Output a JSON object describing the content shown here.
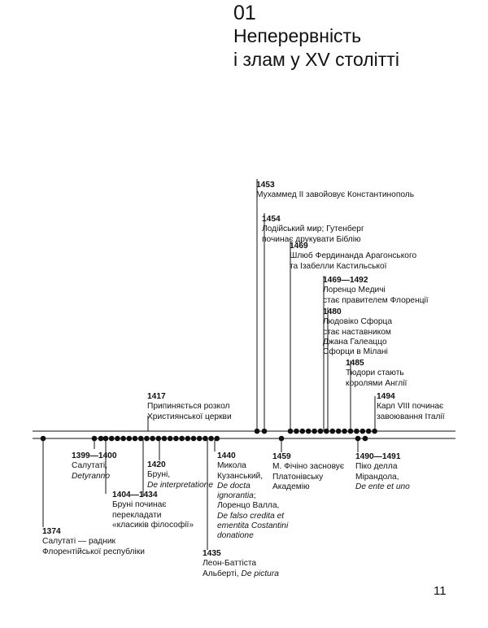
{
  "chapter": {
    "number": "01",
    "title_line1": "Неперервність",
    "title_line2": "і злам у XV столітті"
  },
  "page_number": "11",
  "events": [
    {
      "key": "e1374",
      "year": "1374",
      "lines": [
        {
          "t": "Салутаті — радник"
        },
        {
          "t": "Флорентійської республіки"
        }
      ]
    },
    {
      "key": "e1399",
      "year": "1399—1400",
      "lines": [
        {
          "t": "Салутаті,"
        },
        {
          "t": "Detyranno",
          "i": true
        }
      ]
    },
    {
      "key": "e1404",
      "year": "1404—1434",
      "lines": [
        {
          "t": "Бруні починає"
        },
        {
          "t": "перекладати"
        },
        {
          "t": "«класиків філософії»"
        }
      ]
    },
    {
      "key": "e1417",
      "year": "1417",
      "lines": [
        {
          "t": "Припиняється розкол"
        },
        {
          "t": "Християнської церкви"
        }
      ]
    },
    {
      "key": "e1420",
      "year": "1420",
      "lines": [
        {
          "t": "Бруні,"
        },
        {
          "t": "De interpretatione",
          "i": true
        }
      ]
    },
    {
      "key": "e1435",
      "year": "1435",
      "lines": [
        {
          "t": "Леон-Баттіста"
        },
        {
          "t": "Альберті, De pictura",
          "pi": "De pictura"
        }
      ]
    },
    {
      "key": "e1440",
      "year": "1440",
      "lines": [
        {
          "t": "Микола"
        },
        {
          "t": "Кузанський,"
        },
        {
          "t": "De docta",
          "i": true
        },
        {
          "t": "ignorantia;",
          "pi": "ignorantia"
        },
        {
          "t": "Лоренцо Валла,"
        },
        {
          "t": "De falso credita et",
          "i": true
        },
        {
          "t": "ementita Costantini",
          "i": true
        },
        {
          "t": "donatione",
          "i": true
        }
      ]
    },
    {
      "key": "e1453",
      "year": "1453",
      "lines": [
        {
          "t": "Мухаммед II завойовує Константинополь"
        }
      ]
    },
    {
      "key": "e1454",
      "year": "1454",
      "lines": [
        {
          "t": "Лодійський мир; Гутенберг"
        },
        {
          "t": "починає друкувати Біблію"
        }
      ]
    },
    {
      "key": "e1459",
      "year": "1459",
      "lines": [
        {
          "t": "М. Фічіно засновує"
        },
        {
          "t": "Платонівську"
        },
        {
          "t": "Академію"
        }
      ]
    },
    {
      "key": "e1469",
      "year": "1469",
      "lines": [
        {
          "t": "Шлюб Фердинанда Арагонського"
        },
        {
          "t": "та Ізабелли Кастильської"
        }
      ]
    },
    {
      "key": "e1469b",
      "year": "1469—1492",
      "lines": [
        {
          "t": "Лоренцо Медичі"
        },
        {
          "t": "стає правителем Флоренції"
        }
      ]
    },
    {
      "key": "e1480",
      "year": "1480",
      "lines": [
        {
          "t": "Людовіко Сфорца"
        },
        {
          "t": "стає наставником"
        },
        {
          "t": "Джана Галеаццо"
        },
        {
          "t": "Сфорци в Мілані"
        }
      ]
    },
    {
      "key": "e1485",
      "year": "1485",
      "lines": [
        {
          "t": "Тюдори стають"
        },
        {
          "t": "королями Англії"
        }
      ]
    },
    {
      "key": "e1490",
      "year": "1490—1491",
      "lines": [
        {
          "t": "Піко делла"
        },
        {
          "t": "Мірандола,"
        },
        {
          "t": "De ente et uno",
          "i": true
        }
      ]
    },
    {
      "key": "e1494",
      "year": "1494",
      "lines": [
        {
          "t": "Карл VIII починає"
        },
        {
          "t": "завоювання Італії"
        }
      ]
    }
  ]
}
